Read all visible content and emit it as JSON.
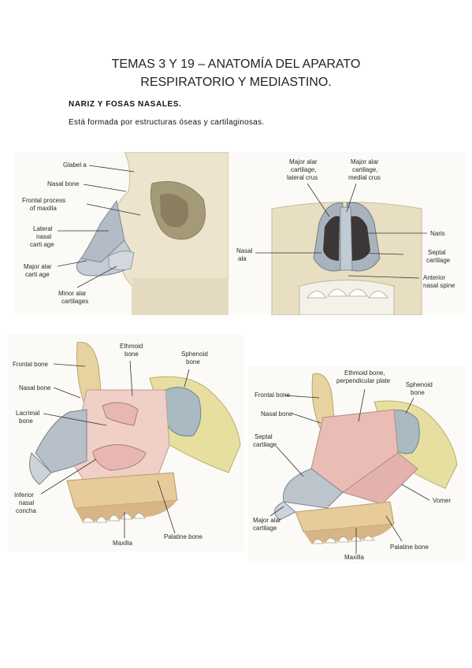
{
  "document": {
    "title_line1": "TEMAS 3 Y 19 – ANATOMÍA DEL APARATO",
    "title_line2": "RESPIRATORIO Y MEDIASTINO.",
    "section_heading": "NARIZ Y FOSAS NASALES.",
    "paragraph": "Está formada por estructuras óseas y cartilaginosas."
  },
  "figure1": {
    "labels": [
      [
        "Glabel a"
      ],
      [
        "Nasal bone"
      ],
      [
        "Frontal process",
        "of maxilla"
      ],
      [
        "Lateral",
        "nasal",
        "carti age"
      ],
      [
        "Major alar",
        "carti age"
      ],
      [
        "Minor alar",
        "cartilages"
      ]
    ]
  },
  "figure2": {
    "labels": [
      [
        "Major alar",
        "cartilage,",
        "lateral crus"
      ],
      [
        "Major alar",
        "cartilage,",
        "medial crus"
      ],
      [
        "Naris"
      ],
      [
        "Nasal",
        "ala"
      ],
      [
        "Septal",
        "cartilage"
      ],
      [
        "Anterior",
        "nasal spine"
      ]
    ]
  },
  "figure3": {
    "labels": [
      [
        "Ethmoid",
        "bone"
      ],
      [
        "Sphenoid",
        "bone"
      ],
      [
        "Frontal bone"
      ],
      [
        "Nasal bone"
      ],
      [
        "Lacrimal",
        "bone"
      ],
      [
        "Inferior",
        "nasal",
        "concha"
      ],
      [
        "Maxilla"
      ],
      [
        "Palatine bone"
      ]
    ]
  },
  "figure4": {
    "labels": [
      [
        "Ethmoid bone,",
        "perpendicular plate"
      ],
      [
        "Sphenoid",
        "bone"
      ],
      [
        "Frontal bone"
      ],
      [
        "Nasal bone"
      ],
      [
        "Septal",
        "cartilage"
      ],
      [
        "Vomer"
      ],
      [
        "Major alar",
        "cartilage"
      ],
      [
        "Palatine bone"
      ],
      [
        "Maxilla"
      ]
    ]
  }
}
